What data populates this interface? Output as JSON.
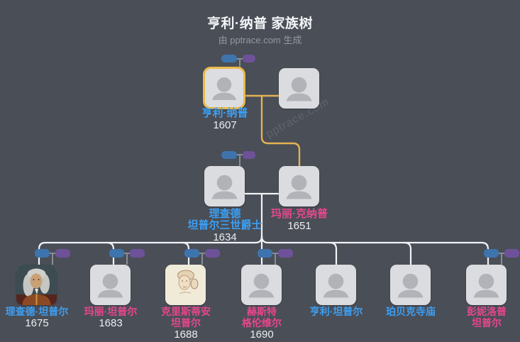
{
  "header": {
    "title": "亨利·纳普 家族树",
    "subtitle": "由 pptrace.com 生成"
  },
  "watermark": {
    "text": "pptrace.com"
  },
  "colors": {
    "background": "#4a4e57",
    "node_fill": "#dbdcdf",
    "silhouette": "#b1b3b8",
    "highlight_border": "#eaba4c",
    "marriage_line_yellow": "#e2b254",
    "descent_line_white": "#f2f3f5",
    "stub_line_gray": "#888c95",
    "mini_node_male_blue": "#3e74ad",
    "mini_node_female_purple": "#6e5299",
    "male_name_text": "#3d9ff2",
    "female_name_text": "#e7478d",
    "year_text": "#eceef1"
  },
  "gen1": {
    "primary": {
      "name": "亨利·纳普",
      "year": "1607",
      "name_color": "#3d9ff2"
    },
    "spouse": {
      "name": "",
      "year": ""
    }
  },
  "gen2": {
    "father": {
      "name_line1": "理查德",
      "name_line2": "坦普尔三世爵士",
      "year": "1634",
      "name_color": "#3d9ff2"
    },
    "mother": {
      "name_line1": "玛丽·克纳普",
      "name_line2": "",
      "year": "1651",
      "name_color": "#e7478d"
    }
  },
  "gen3": {
    "children": [
      {
        "name_line1": "理查德·坦普尔",
        "name_line2": "",
        "year": "1675",
        "name_color": "#3d9ff2",
        "has_portrait": true,
        "has_spouse_pair": true
      },
      {
        "name_line1": "玛丽·坦普尔",
        "name_line2": "",
        "year": "1683",
        "name_color": "#e7478d",
        "has_portrait": false,
        "has_spouse_pair": true
      },
      {
        "name_line1": "克里斯蒂安",
        "name_line2": "坦普尔",
        "year": "1688",
        "name_color": "#e7478d",
        "has_portrait": true,
        "has_spouse_pair": true
      },
      {
        "name_line1": "赫斯特",
        "name_line2": "格伦维尔",
        "year": "1690",
        "name_color": "#e7478d",
        "has_portrait": false,
        "has_spouse_pair": true
      },
      {
        "name_line1": "亨利·坦普尔",
        "name_line2": "",
        "year": "",
        "name_color": "#3d9ff2",
        "has_portrait": false,
        "has_spouse_pair": false
      },
      {
        "name_line1": "珀贝克寺庙",
        "name_line2": "",
        "year": "",
        "name_color": "#3d9ff2",
        "has_portrait": false,
        "has_spouse_pair": false
      },
      {
        "name_line1": "彭妮洛普",
        "name_line2": "坦普尔",
        "year": "",
        "name_color": "#e7478d",
        "has_portrait": false,
        "has_spouse_pair": true
      }
    ]
  }
}
